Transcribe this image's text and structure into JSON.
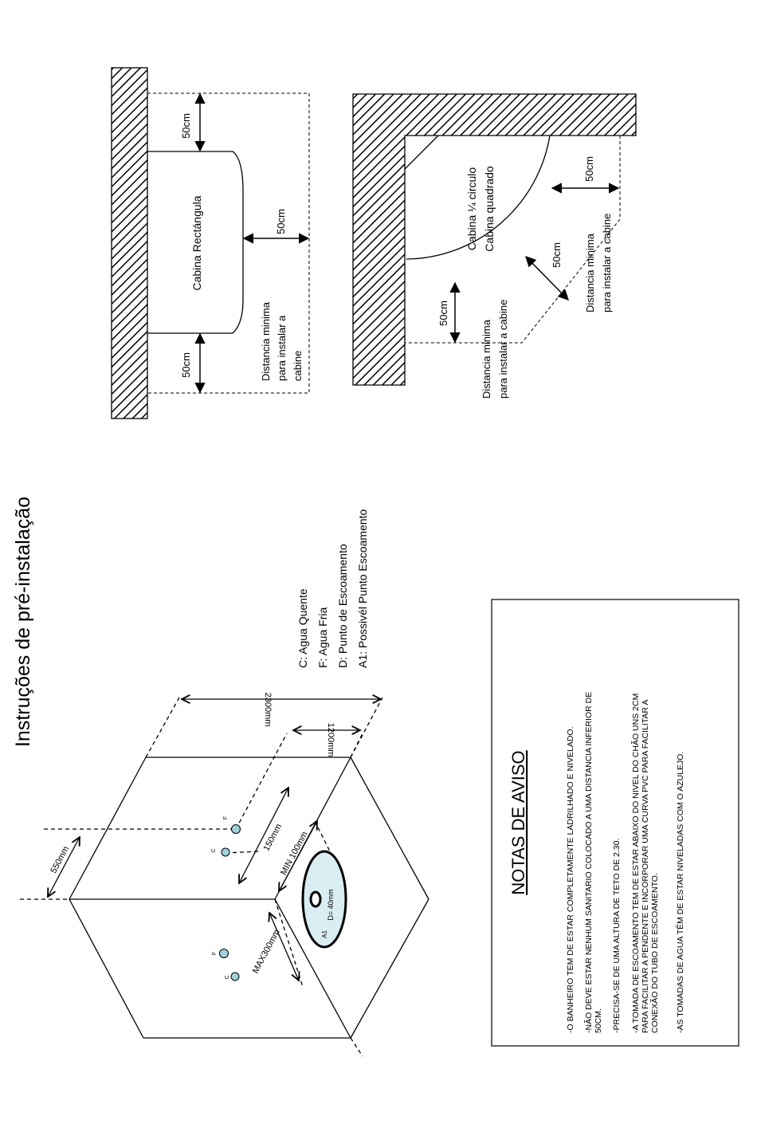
{
  "page": {
    "title": "Instruções de pré-instalação"
  },
  "iso_diagram": {
    "dim_width": "2300mm",
    "dim_outlet": "1200mm",
    "dim_depth": "550mm",
    "dim_spacing": "150mm",
    "dim_min": "MIN 100mm",
    "dim_max": "MAX300mm",
    "drain_diameter": "D= 40mm",
    "drain_label": "A1",
    "tap_c": "C",
    "tap_f": "F"
  },
  "legend": {
    "items": [
      "C: Agua Quente",
      "F: Agua Fria",
      "D: Punto de Escoamento",
      "A1: Possivél Punto Escoamento"
    ]
  },
  "rect_cabin": {
    "label": "Cabina Rectángula",
    "dim_top": "50cm",
    "dim_right": "50cm",
    "dim_bottom": "50cm",
    "note_lines": [
      "Distancia minima",
      "para instalar a",
      "cabine"
    ]
  },
  "corner_cabin": {
    "label_lines": [
      "Cabina ¼ circulo",
      "Cabina quadrado"
    ],
    "dim_right": "50cm",
    "dim_diag": "50cm",
    "dim_left": "50cm",
    "note_right_lines": [
      "Distancia minima",
      "para instalar a cabine"
    ],
    "note_left_lines": [
      "Distancia minima",
      "para instalar a cabine"
    ]
  },
  "notice": {
    "heading": "NOTAS DE AVISO",
    "lines": [
      "-O BANHEIRO TEM DE ESTAR COMPLETAMENTE LADRILHADO E NIVELADO.",
      "-NÃO DEVE ESTAR NENHUM SANITARIO COLOCADO A UMA DISTANCIA INFERIOR DE",
      "50CM.",
      "-PRECISA-SE DE UMA ALTURA DE TETO DE 2.30.",
      "-A TOMADA DE ESCOAMENTO TEM DE ESTAR ABAIXO DO NIVEL DO CHÃO UNS 2CM",
      "PARA FACILITAR A PENDENTE E INCORPORAR UMA CURVA PVC PARA FACILITAR A",
      "CONEXÃO DO TUBO DE ESCOAMENTO.",
      "-AS TOMADAS DE AGUA TÊM DE ESTAR NIVELADAS COM O AZULEJO."
    ]
  }
}
